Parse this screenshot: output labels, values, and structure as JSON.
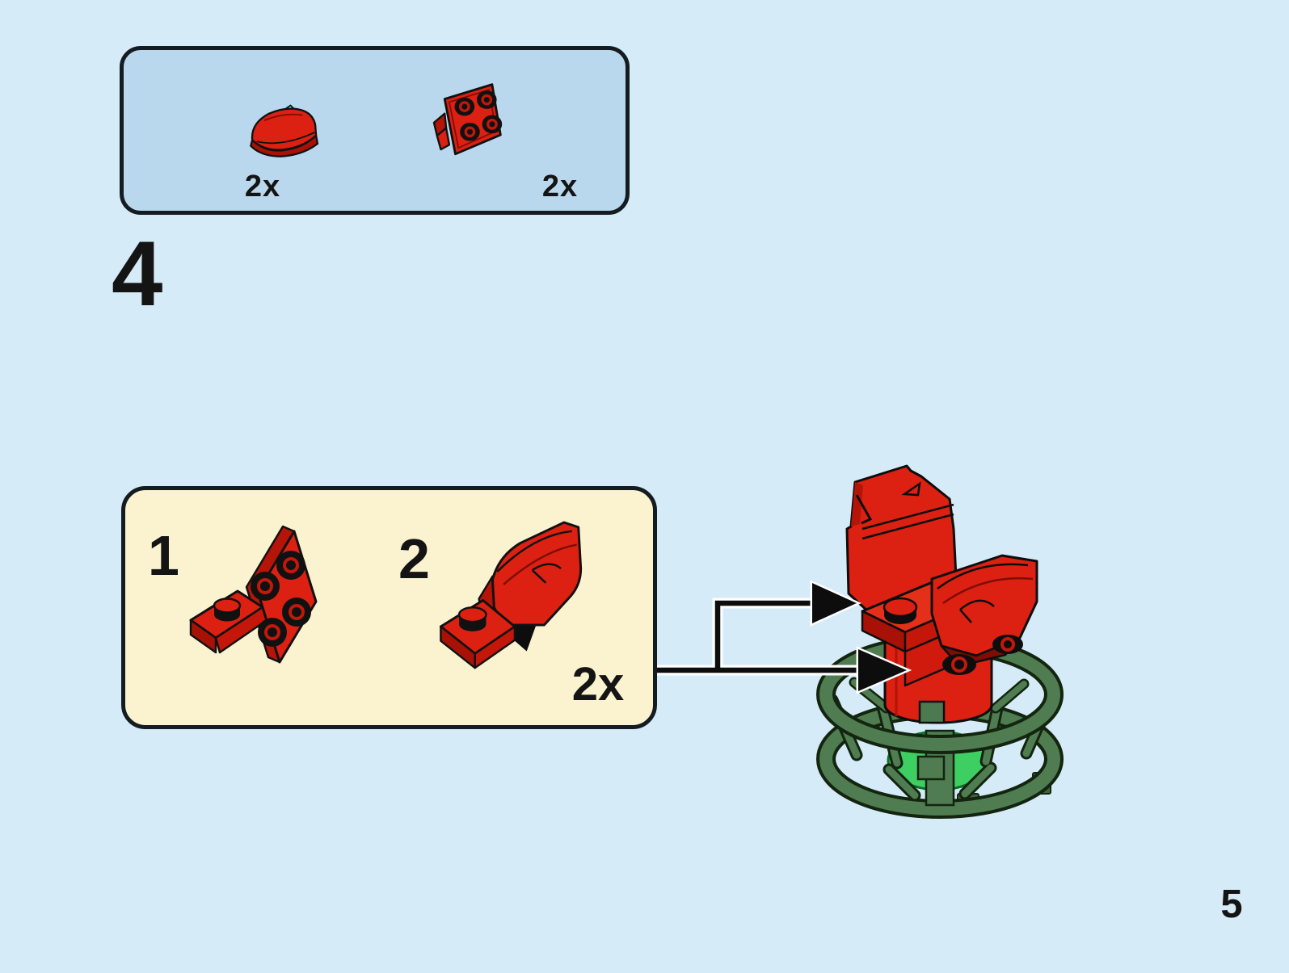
{
  "page": {
    "step_number": "4",
    "page_number": "5",
    "colors": {
      "background": "#d6ebf8",
      "parts_box_fill": "#b9d8ee",
      "substeps_box_fill": "#fbf3cf",
      "outline": "#141c22",
      "text": "#141414",
      "brick_red": "#dc2012",
      "brick_red_dark": "#a31407",
      "ring_green": "#4f7c50",
      "bright_green": "#3ecf63"
    }
  },
  "parts_callout": {
    "items": [
      {
        "icon": "curved-slope-brick-icon",
        "quantity": "2x"
      },
      {
        "icon": "bracket-1x2-2x2-brick-icon",
        "quantity": "2x"
      }
    ]
  },
  "substeps": {
    "steps": [
      {
        "label": "1",
        "icon": "bracket-1x2-2x2-brick-icon"
      },
      {
        "label": "2",
        "icon": "bracket-with-curved-slope-icon"
      }
    ],
    "quantity": "2x"
  },
  "assembly": {
    "icon": "spinner-core-assembly-illustration"
  }
}
